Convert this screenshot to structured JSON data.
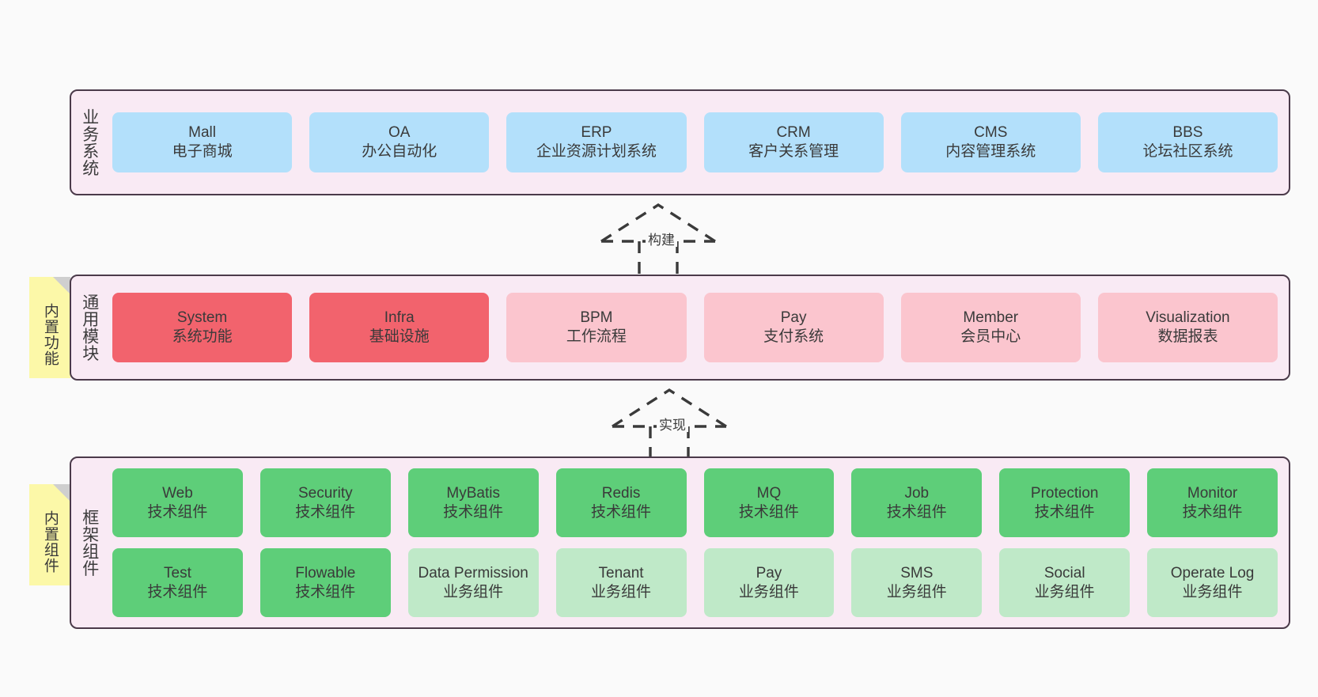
{
  "diagram": {
    "background": "#fafafa",
    "panel_fill": "#f9eaf4",
    "panel_border": "#4b3a4a",
    "sticky_fill": "#fcf8a8"
  },
  "layers": [
    {
      "id": "business",
      "label": "业务系统",
      "rows": [
        {
          "cells": [
            {
              "title": "Mall",
              "subtitle": "电子商城",
              "color": "#b3e0fb"
            },
            {
              "title": "OA",
              "subtitle": "办公自动化",
              "color": "#b3e0fb"
            },
            {
              "title": "ERP",
              "subtitle": "企业资源计划系统",
              "color": "#b3e0fb"
            },
            {
              "title": "CRM",
              "subtitle": "客户关系管理",
              "color": "#b3e0fb"
            },
            {
              "title": "CMS",
              "subtitle": "内容管理系统",
              "color": "#b3e0fb"
            },
            {
              "title": "BBS",
              "subtitle": "论坛社区系统",
              "color": "#b3e0fb"
            }
          ]
        }
      ]
    },
    {
      "id": "common",
      "label": "通用模块",
      "sticky": "内置功能",
      "rows": [
        {
          "cells": [
            {
              "title": "System",
              "subtitle": "系统功能",
              "color": "#f2636d"
            },
            {
              "title": "Infra",
              "subtitle": "基础设施",
              "color": "#f2636d"
            },
            {
              "title": "BPM",
              "subtitle": "工作流程",
              "color": "#fbc5ce"
            },
            {
              "title": "Pay",
              "subtitle": "支付系统",
              "color": "#fbc5ce"
            },
            {
              "title": "Member",
              "subtitle": "会员中心",
              "color": "#fbc5ce"
            },
            {
              "title": "Visualization",
              "subtitle": "数据报表",
              "color": "#fbc5ce"
            }
          ]
        }
      ]
    },
    {
      "id": "framework",
      "label": "框架组件",
      "sticky": "内置组件",
      "rows": [
        {
          "cells": [
            {
              "title": "Web",
              "subtitle": "技术组件",
              "color": "#5ece79"
            },
            {
              "title": "Security",
              "subtitle": "技术组件",
              "color": "#5ece79"
            },
            {
              "title": "MyBatis",
              "subtitle": "技术组件",
              "color": "#5ece79"
            },
            {
              "title": "Redis",
              "subtitle": "技术组件",
              "color": "#5ece79"
            },
            {
              "title": "MQ",
              "subtitle": "技术组件",
              "color": "#5ece79"
            },
            {
              "title": "Job",
              "subtitle": "技术组件",
              "color": "#5ece79"
            },
            {
              "title": "Protection",
              "subtitle": "技术组件",
              "color": "#5ece79"
            },
            {
              "title": "Monitor",
              "subtitle": "技术组件",
              "color": "#5ece79"
            }
          ]
        },
        {
          "cells": [
            {
              "title": "Test",
              "subtitle": "技术组件",
              "color": "#5ece79"
            },
            {
              "title": "Flowable",
              "subtitle": "技术组件",
              "color": "#5ece79"
            },
            {
              "title": "Data Permission",
              "subtitle": "业务组件",
              "color": "#bfe9c8"
            },
            {
              "title": "Tenant",
              "subtitle": "业务组件",
              "color": "#bfe9c8"
            },
            {
              "title": "Pay",
              "subtitle": "业务组件",
              "color": "#bfe9c8"
            },
            {
              "title": "SMS",
              "subtitle": "业务组件",
              "color": "#bfe9c8"
            },
            {
              "title": "Social",
              "subtitle": "业务组件",
              "color": "#bfe9c8"
            },
            {
              "title": "Operate Log",
              "subtitle": "业务组件",
              "color": "#bfe9c8"
            }
          ]
        }
      ]
    }
  ],
  "connectors": [
    {
      "id": "build",
      "label": "构建",
      "from": "common",
      "to": "business"
    },
    {
      "id": "impl",
      "label": "实现",
      "from": "framework",
      "to": "common"
    }
  ]
}
